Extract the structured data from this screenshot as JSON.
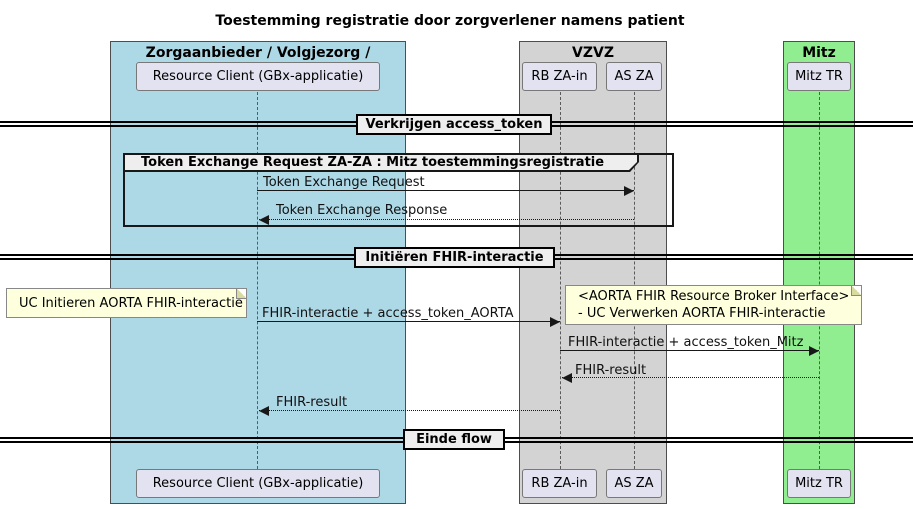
{
  "title": "Toestemming registratie door zorgverlener namens patient",
  "diagram": {
    "boxes": [
      {
        "label": "Zorgaanbieder / Volgjezorg / Klantloket",
        "color": "#ADD8E6"
      },
      {
        "label": "VZVZ",
        "color": "#D3D3D3"
      },
      {
        "label": "Mitz",
        "color": "#90EE90"
      }
    ],
    "participants": [
      {
        "label": "Resource Client (GBx-applicatie)"
      },
      {
        "label": "RB ZA-in"
      },
      {
        "label": "AS ZA"
      },
      {
        "label": "Mitz TR"
      }
    ],
    "dividers": [
      {
        "label": "Verkrijgen access_token"
      },
      {
        "label": "Initiëren FHIR-interactie"
      },
      {
        "label": "Einde flow"
      }
    ],
    "group": {
      "title": "Token Exchange Request ZA-ZA : Mitz toestemmingsregistratie"
    },
    "messages": [
      {
        "from": "Resource Client (GBx-applicatie)",
        "to": "AS ZA",
        "label": "Token Exchange Request",
        "style": "solid"
      },
      {
        "from": "AS ZA",
        "to": "Resource Client (GBx-applicatie)",
        "label": "Token Exchange Response",
        "style": "dashed"
      },
      {
        "from": "Resource Client (GBx-applicatie)",
        "to": "RB ZA-in",
        "label": "FHIR-interactie + access_token_AORTA",
        "style": "solid"
      },
      {
        "from": "RB ZA-in",
        "to": "Mitz TR",
        "label": "FHIR-interactie + access_token_Mitz",
        "style": "solid"
      },
      {
        "from": "Mitz TR",
        "to": "RB ZA-in",
        "label": "FHIR-result",
        "style": "dashed"
      },
      {
        "from": "RB ZA-in",
        "to": "Resource Client (GBx-applicatie)",
        "label": "FHIR-result",
        "style": "dashed"
      }
    ],
    "notes": [
      {
        "text": "UC Initieren AORTA FHIR-interactie"
      },
      {
        "line1": "<AORTA FHIR Resource Broker Interface>",
        "line2": "- UC Verwerken AORTA FHIR-interactie"
      }
    ],
    "colors": {
      "zorgaanbieder_box": "#ADD8E6",
      "vzvz_box": "#D3D3D3",
      "mitz_box": "#90EE90",
      "participant_fill": "#E2E2F0",
      "note_fill": "#FEFFDD",
      "divider_fill": "#EEEEEE",
      "line": "#181818"
    }
  }
}
